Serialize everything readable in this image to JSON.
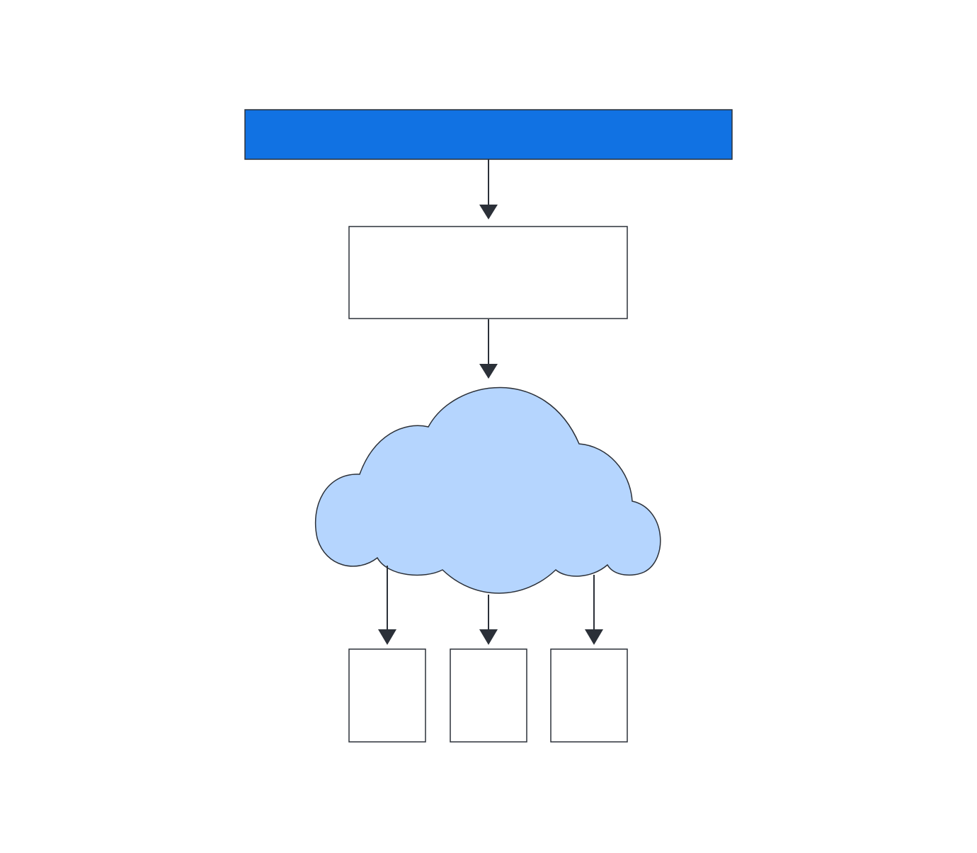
{
  "diagram": {
    "colors": {
      "stroke": "#2b3038",
      "header_fill": "#1172e3",
      "box_fill": "#ffffff",
      "cloud_fill": "#b5d5fe",
      "arrow": "#2b3038",
      "background": "#ffffff"
    },
    "nodes": [
      {
        "id": "header-bar",
        "shape": "rectangle",
        "fill": "header_fill"
      },
      {
        "id": "process-box",
        "shape": "rectangle",
        "fill": "box_fill"
      },
      {
        "id": "cloud",
        "shape": "cloud",
        "fill": "cloud_fill"
      },
      {
        "id": "output-box-1",
        "shape": "rectangle",
        "fill": "box_fill"
      },
      {
        "id": "output-box-2",
        "shape": "rectangle",
        "fill": "box_fill"
      },
      {
        "id": "output-box-3",
        "shape": "rectangle",
        "fill": "box_fill"
      }
    ],
    "edges": [
      {
        "from": "header-bar",
        "to": "process-box"
      },
      {
        "from": "process-box",
        "to": "cloud"
      },
      {
        "from": "cloud",
        "to": "output-box-1"
      },
      {
        "from": "cloud",
        "to": "output-box-2"
      },
      {
        "from": "cloud",
        "to": "output-box-3"
      }
    ]
  }
}
